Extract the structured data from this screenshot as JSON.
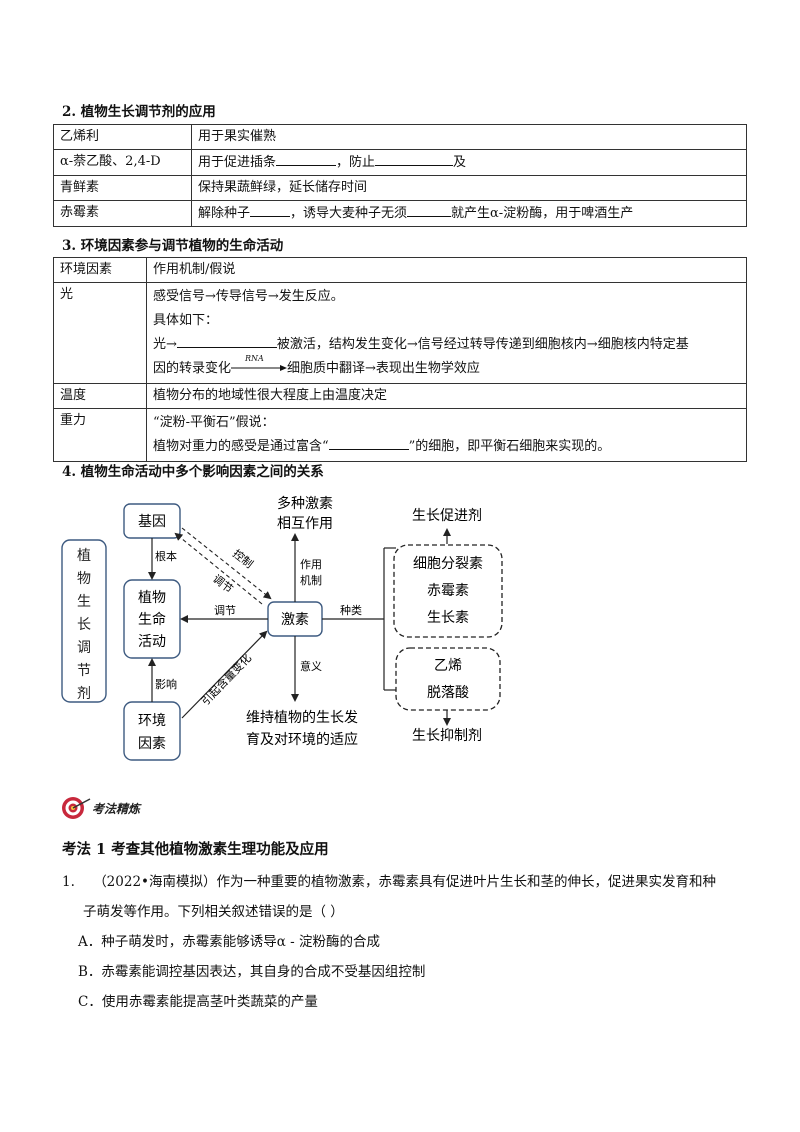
{
  "section2": {
    "title": "2. 植物生长调节剂的应用",
    "rows": [
      {
        "name": "乙烯利",
        "desc": [
          "用于果实催熟"
        ]
      },
      {
        "name": "α-萘乙酸、2,4-D",
        "desc": [
          "用于促进插条",
          "，防止",
          "及"
        ]
      },
      {
        "name": "青鲜素",
        "desc": [
          "保持果蔬鲜绿，延长储存时间"
        ]
      },
      {
        "name": "赤霉素",
        "desc": [
          "解除种子",
          "，诱导大麦种子无须",
          "就产生α-淀粉酶，用于啤酒生产"
        ]
      }
    ]
  },
  "section3": {
    "title": "3. 环境因素参与调节植物的生命活动",
    "header": {
      "k": "环境因素",
      "v": "作用机制/假说"
    },
    "light": {
      "k": "光",
      "l1": "感受信号→传导信号→发生反应。",
      "l2": "具体如下：",
      "l3a": "光→",
      "l3b": "被激活，结构发生变化→信号经过转导传递到细胞核内→细胞核内特定基",
      "l4a": "因的转录变化",
      "rna": "RNA",
      "l4b": "细胞质中翻译→表现出生物学效应"
    },
    "temp": {
      "k": "温度",
      "v": "植物分布的地域性很大程度上由温度决定"
    },
    "gravity": {
      "k": "重力",
      "l1": "“淀粉-平衡石”假说：",
      "l2a": "植物对重力的感受是通过富含“",
      "l2b": "”的细胞，即平衡石细胞来实现的。"
    }
  },
  "section4": {
    "title": "4. 植物生命活动中多个影响因素之间的关系",
    "diagram": {
      "regulator": [
        "植",
        "物",
        "生",
        "长",
        "调",
        "节",
        "剂"
      ],
      "gene": "基因",
      "life": [
        "植物",
        "生命",
        "活动"
      ],
      "env": [
        "环境",
        "因素"
      ],
      "hormone": "激素",
      "multi": [
        "多种激素",
        "相互作用"
      ],
      "maintain": [
        "维持植物的生长发",
        "育及对环境的适应"
      ],
      "promoters_title": "生长促进剂",
      "promoters": [
        "细胞分裂素",
        "赤霉素",
        "生长素"
      ],
      "inhibitors": [
        "乙烯",
        "脱落酸"
      ],
      "inhibitors_title": "生长抑制剂",
      "lbl_root": "根本",
      "lbl_control": "控制",
      "lbl_regulate": "调节",
      "lbl_regulate2": "调节",
      "lbl_mech": [
        "作用",
        "机制"
      ],
      "lbl_kind": "种类",
      "lbl_meaning": "意义",
      "lbl_influence": "影响",
      "lbl_change": "引起含量变化"
    }
  },
  "badge": {
    "text": "考法精炼",
    "colors": {
      "outer": "#c8283c",
      "inner": "#f4c542"
    }
  },
  "kaofa": {
    "title": "考法 1  考查其他植物激素生理功能及应用",
    "q1_num": "1.",
    "q1_l1": "（2022•海南模拟）作为一种重要的植物激素，赤霉素具有促进叶片生长和茎的伸长，促进果实发育和种",
    "q1_l2": "子萌发等作用。下列相关叙述错误的是（      ）",
    "A": "A．种子萌发时，赤霉素能够诱导α - 淀粉酶的合成",
    "B": "B．赤霉素能调控基因表达，其自身的合成不受基因组控制",
    "C": "C．使用赤霉素能提高茎叶类蔬菜的产量"
  }
}
